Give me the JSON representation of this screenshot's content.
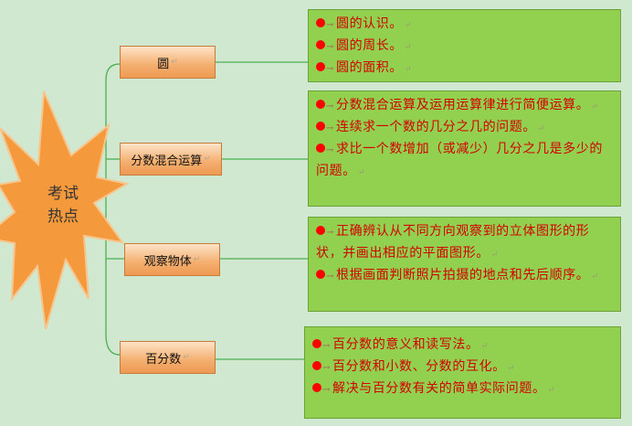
{
  "center": {
    "line1": "考试",
    "line2": "热点"
  },
  "topics": [
    {
      "label": "圆",
      "items": [
        "圆的认识。",
        "圆的周长。",
        "圆的面积。"
      ]
    },
    {
      "label": "分数混合运算",
      "items": [
        "分数混合运算及运用运算律进行简便运算。",
        "连续求一个数的几分之几的问题。",
        "求比一个数增加（或减少）几分之几是多少的问题。"
      ]
    },
    {
      "label": "观察物体",
      "items": [
        "正确辨认从不同方向观察到的立体图形的形状，并画出相应的平面图形。",
        "根据画面判断照片拍摄的地点和先后顺序。"
      ]
    },
    {
      "label": "百分数",
      "items": [
        "百分数的意义和读写法。",
        "百分数和小数、分数的互化。",
        "解决与百分数有关的简单实际问题。"
      ]
    }
  ],
  "glyphs": {
    "arrow": "→",
    "return_mark": "↵"
  },
  "colors": {
    "background": "#cfe8cf",
    "panel": "#92d050",
    "text": "#d40000",
    "bullet": "#ff0000",
    "burst": "#f59a3c",
    "line": "#4caf50"
  }
}
